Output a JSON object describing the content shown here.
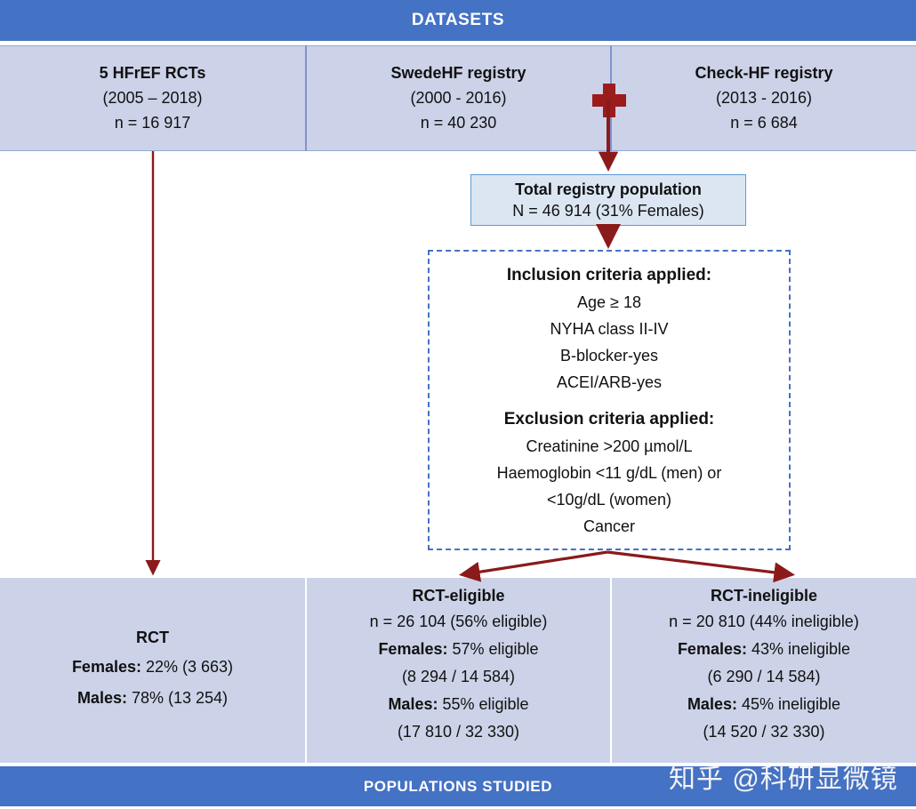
{
  "banners": {
    "top": "DATASETS",
    "bottom": "POPULATIONS STUDIED"
  },
  "colors": {
    "banner_blue": "#4472C4",
    "box_fill": "#CCD3E8",
    "highlight_box_fill": "#DCE6F3",
    "highlight_box_border": "#5B9BD5",
    "arrow_red": "#8B1A1A",
    "dashed_border": "#4472C4"
  },
  "datasets": [
    {
      "title": "5 HFrEF RCTs",
      "years": "(2005 – 2018)",
      "n": "n = 16 917"
    },
    {
      "title": "SwedeHF registry",
      "years": "(2000 - 2016)",
      "n": "n = 40 230"
    },
    {
      "title": "Check-HF registry",
      "years": "(2013 - 2016)",
      "n": "n = 6 684"
    }
  ],
  "plus_symbol": "+",
  "total_population": {
    "title": "Total registry population",
    "value": "N = 46 914 (31% Females)"
  },
  "criteria": {
    "inclusion_heading": "Inclusion criteria applied:",
    "inclusion_items": [
      "Age ≥ 18",
      "NYHA class II-IV",
      "B-blocker-yes",
      "ACEI/ARB-yes"
    ],
    "exclusion_heading": "Exclusion criteria applied:",
    "exclusion_items": [
      "Creatinine >200 µmol/L",
      "Haemoglobin <11 g/dL (men) or",
      "<10g/dL (women)",
      "Cancer"
    ]
  },
  "populations": [
    {
      "title": "RCT",
      "lines": [
        {
          "label": "Females:",
          "value": " 22% (3 663)"
        },
        {
          "label": "Males:",
          "value": " 78% (13 254)"
        }
      ]
    },
    {
      "title": "RCT-eligible",
      "n_line": "n = 26 104 (56% eligible)",
      "lines": [
        {
          "label": "Females:",
          "value": " 57% eligible"
        },
        {
          "label": "",
          "value": "(8 294 / 14 584)"
        },
        {
          "label": "Males:",
          "value": " 55% eligible"
        },
        {
          "label": "",
          "value": "(17 810 / 32 330)"
        }
      ]
    },
    {
      "title": "RCT-ineligible",
      "n_line": "n = 20 810 (44% ineligible)",
      "lines": [
        {
          "label": "Females:",
          "value": " 43% ineligible"
        },
        {
          "label": "",
          "value": "(6 290 / 14 584)"
        },
        {
          "label": "Males:",
          "value": " 45% ineligible"
        },
        {
          "label": "",
          "value": "(14 520 / 32 330)"
        }
      ]
    }
  ],
  "watermark": "知乎 @科研显微镜"
}
